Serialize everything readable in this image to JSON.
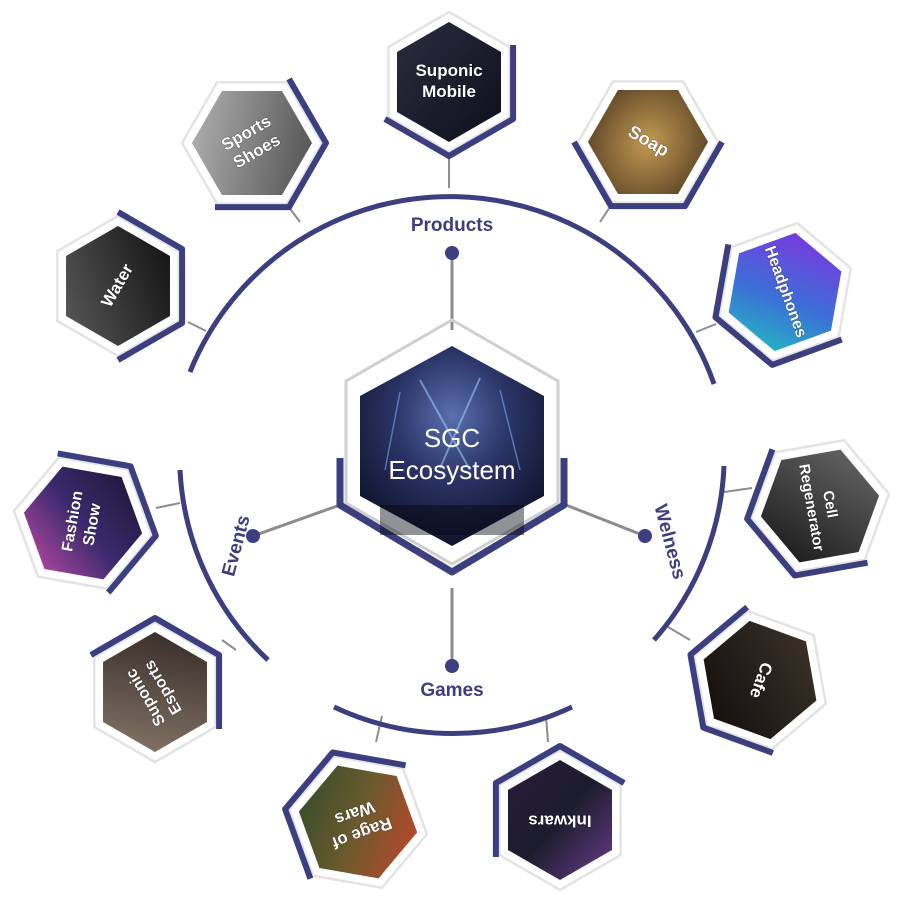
{
  "colors": {
    "accent": "#3c3f7f",
    "connector": "#8c8c8c",
    "hex_border_light": "#e3e3e3",
    "center_border": "#cfcfcf"
  },
  "center": {
    "line1": "SGC",
    "line2": "Ecosystem"
  },
  "categories": [
    {
      "id": "products",
      "label": "Products"
    },
    {
      "id": "events",
      "label": "Events"
    },
    {
      "id": "wellness",
      "label": "Welness"
    },
    {
      "id": "games",
      "label": "Games"
    }
  ],
  "nodes": [
    {
      "id": "suponic-mobile",
      "category": "products",
      "lines": [
        "Suponic",
        "Mobile"
      ],
      "icon": "smartphone-icon"
    },
    {
      "id": "sports-shoes",
      "category": "products",
      "lines": [
        "Sports",
        "Shoes"
      ],
      "icon": "sneakers-icon"
    },
    {
      "id": "soap",
      "category": "products",
      "lines": [
        "Soap"
      ],
      "icon": "soap-icon"
    },
    {
      "id": "water",
      "category": "products",
      "lines": [
        "Water"
      ],
      "icon": "water-bottle-icon"
    },
    {
      "id": "headphones",
      "category": "products",
      "lines": [
        "Headphones"
      ],
      "icon": "headphones-icon"
    },
    {
      "id": "fashion-show",
      "category": "events",
      "lines": [
        "Fashion",
        "Show"
      ],
      "icon": "runway-icon"
    },
    {
      "id": "suponic-esports",
      "category": "events",
      "lines": [
        "Suponic",
        "Esports"
      ],
      "icon": "esports-icon"
    },
    {
      "id": "cell-regenerator",
      "category": "wellness",
      "lines": [
        "Cell",
        "Regenerator"
      ],
      "icon": "pod-icon"
    },
    {
      "id": "cafe",
      "category": "wellness",
      "lines": [
        "Cafe"
      ],
      "icon": "coffee-icon"
    },
    {
      "id": "rage-of-wars",
      "category": "games",
      "lines": [
        "Rage of",
        "Wars"
      ],
      "icon": "game-art-icon"
    },
    {
      "id": "inkwars",
      "category": "games",
      "lines": [
        "Inkwars"
      ],
      "icon": "game-art-icon"
    }
  ]
}
